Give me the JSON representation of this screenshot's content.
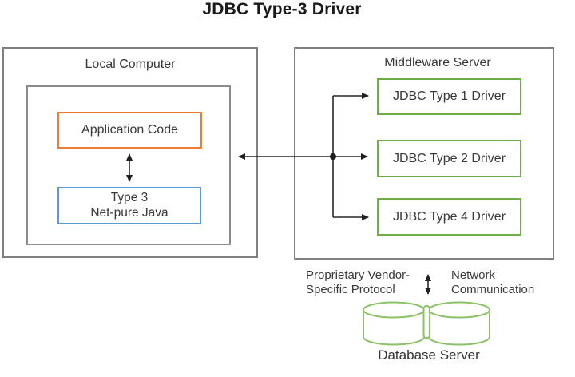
{
  "title": "JDBC Type-3 Driver",
  "local_computer": {
    "label": "Local Computer",
    "application_box_label": "Application Code",
    "type3_box_line1": "Type 3",
    "type3_box_line2": "Net-pure Java"
  },
  "middleware_server": {
    "label": "Middleware Server",
    "drivers": [
      "JDBC Type 1 Driver",
      "JDBC Type 2 Driver",
      "JDBC Type 4 Driver"
    ]
  },
  "bottom": {
    "proprietary_label_line1": "Proprietary Vendor-",
    "proprietary_label_line2": "Specific Protocol",
    "network_label_line1": "Network",
    "network_label_line2": "Communication",
    "database_label": "Database Server"
  },
  "icons": {
    "database": "database-cylinders-icon",
    "bidirectional_arrow": "double-headed-arrow-icon"
  },
  "colors": {
    "application_box_border": "#ED7D31",
    "type3_box_border": "#5B9BD5",
    "driver_box_border": "#70AD47",
    "database_icon_stroke": "#8CC168",
    "container_border": "#808080",
    "connector_line": "#262626"
  }
}
